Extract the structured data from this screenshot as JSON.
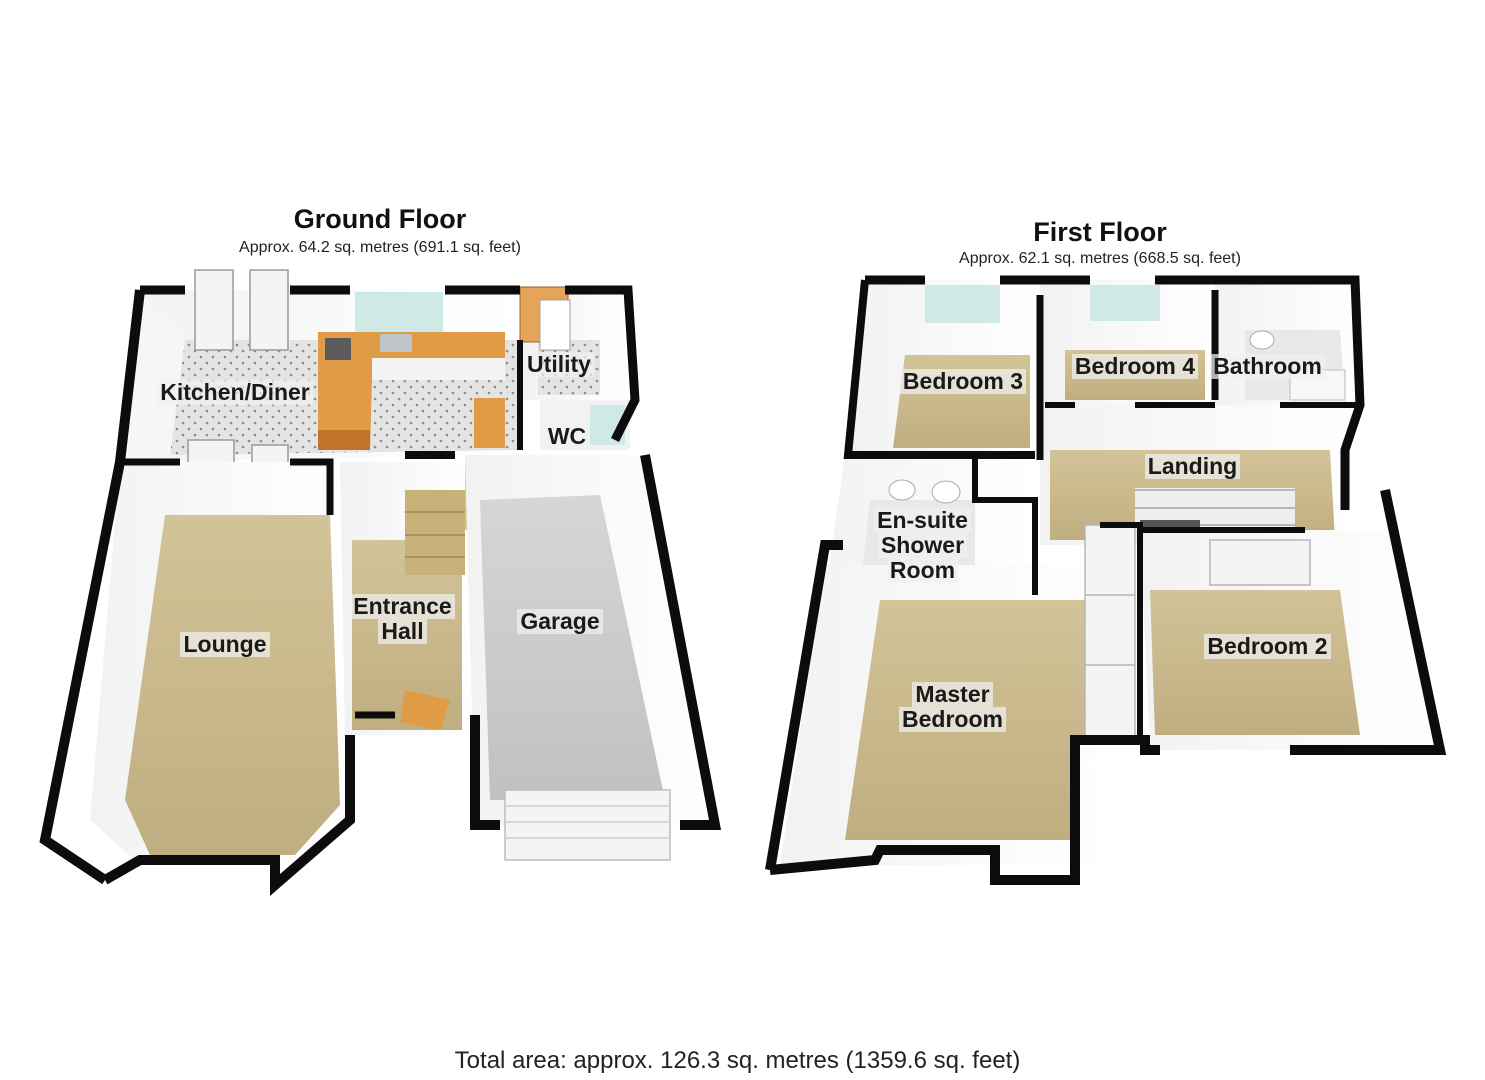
{
  "ground_floor": {
    "title": "Ground Floor",
    "area": "Approx. 64.2 sq. metres (691.1 sq. feet)",
    "rooms": {
      "kitchen_diner": "Kitchen/Diner",
      "utility": "Utility",
      "wc": "WC",
      "lounge": "Lounge",
      "entrance_hall_line1": "Entrance",
      "entrance_hall_line2": "Hall",
      "garage": "Garage"
    }
  },
  "first_floor": {
    "title": "First Floor",
    "area": "Approx. 62.1 sq. metres (668.5 sq. feet)",
    "rooms": {
      "bedroom_3": "Bedroom 3",
      "bedroom_4": "Bedroom 4",
      "bathroom": "Bathroom",
      "landing": "Landing",
      "ensuite_line1": "En-suite",
      "ensuite_line2": "Shower",
      "ensuite_line3": "Room",
      "master_line1": "Master",
      "master_line2": "Bedroom",
      "bedroom_2": "Bedroom 2"
    }
  },
  "total_area": "Total area: approx. 126.3 sq. metres (1359.6 sq. feet)",
  "colors": {
    "wall": "#0c0c0c",
    "carpet": "#c9b98d",
    "tile_floor": "#e6e6e6",
    "garage_floor": "#c8cacc",
    "worktop": "#e09b45",
    "stairs": "#c9b27a",
    "window": "#cfe9e6"
  }
}
